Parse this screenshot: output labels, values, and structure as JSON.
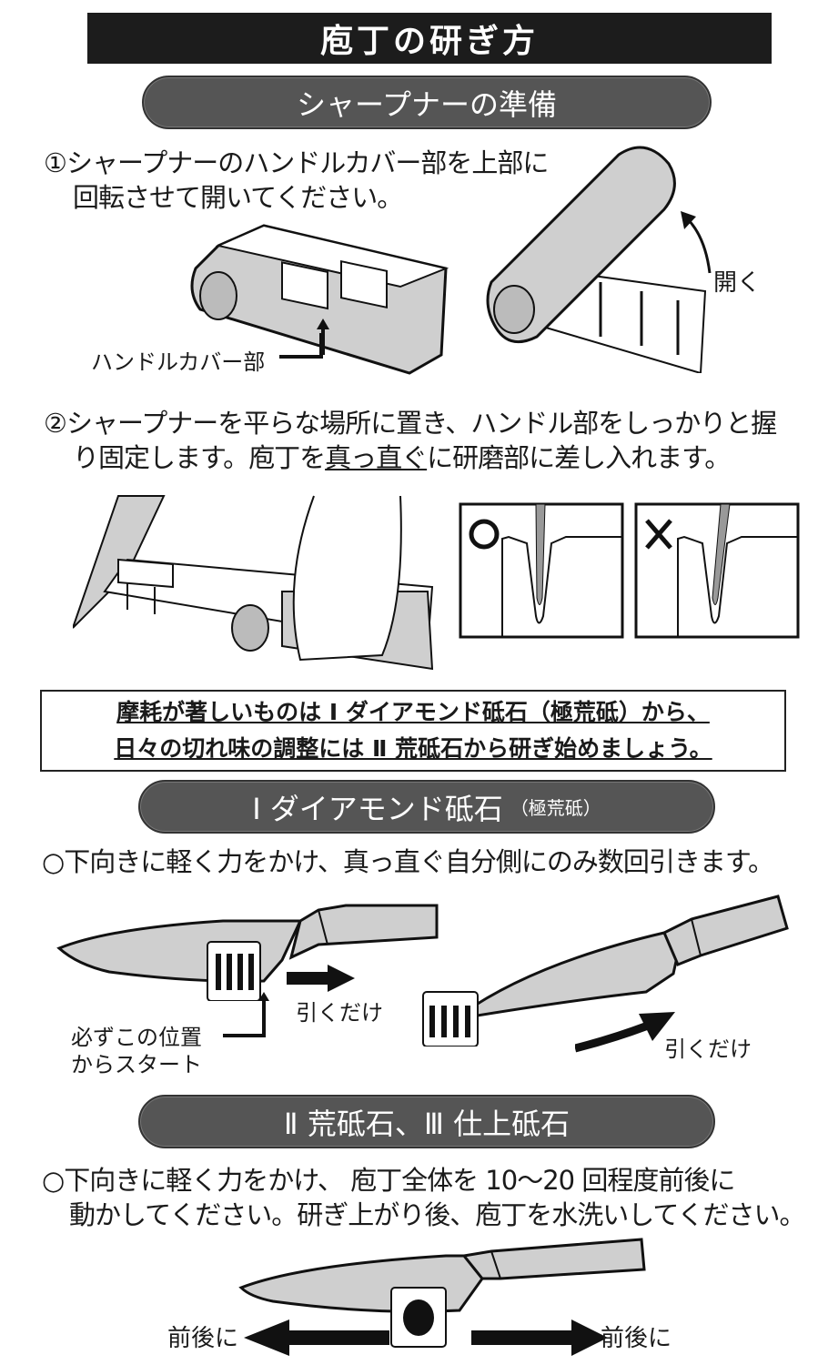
{
  "document": {
    "title": "庖丁の研ぎ方",
    "sections": [
      {
        "heading": "シャープナーの準備",
        "steps": [
          {
            "marker": "①",
            "lines": [
              "①シャープナーのハンドルカバー部を上部に",
              "回転させて開いてください。"
            ],
            "labels": {
              "handle_cover": "ハンドルカバー部",
              "open": "開く"
            }
          },
          {
            "marker": "②",
            "line1": "②シャープナーを平らな場所に置き、ハンドル部をしっかりと握",
            "line2_pre": "り固定します。庖丁を",
            "line2_underlined": "真っ直ぐ",
            "line2_post": "に研磨部に差し入れます。",
            "correct_mark": "○",
            "wrong_mark": "×"
          }
        ]
      },
      {
        "notice": [
          "摩耗が著しいものは Ⅰ ダイアモンド砥石（極荒砥）から、",
          "日々の切れ味の調整には Ⅱ 荒砥石から研ぎ始めましょう。"
        ]
      },
      {
        "heading": "Ⅰ ダイアモンド砥石",
        "heading_sub": "（極荒砥）",
        "instruction": "○下向きに軽く力をかけ、真っ直ぐ自分側にのみ数回引きます。",
        "labels": {
          "pull_only_1": "引くだけ",
          "pull_only_2": "引くだけ",
          "start_here_1": "必ずこの位置",
          "start_here_2": "からスタート"
        }
      },
      {
        "heading": "Ⅱ 荒砥石、Ⅲ 仕上砥石",
        "instruction_lines": [
          "○下向きに軽く力をかけ、 庖丁全体を 10〜20 回程度前後に",
          "動かしてください。研ぎ上がり後、庖丁を水洗いしてください。"
        ],
        "labels": {
          "back_forth_left": "前後に",
          "back_forth_right": "前後に"
        }
      }
    ]
  },
  "colors": {
    "title_bg": "#1c1c1c",
    "pill_bg": "#555555",
    "illustration_fill": "#cfcfcf"
  }
}
